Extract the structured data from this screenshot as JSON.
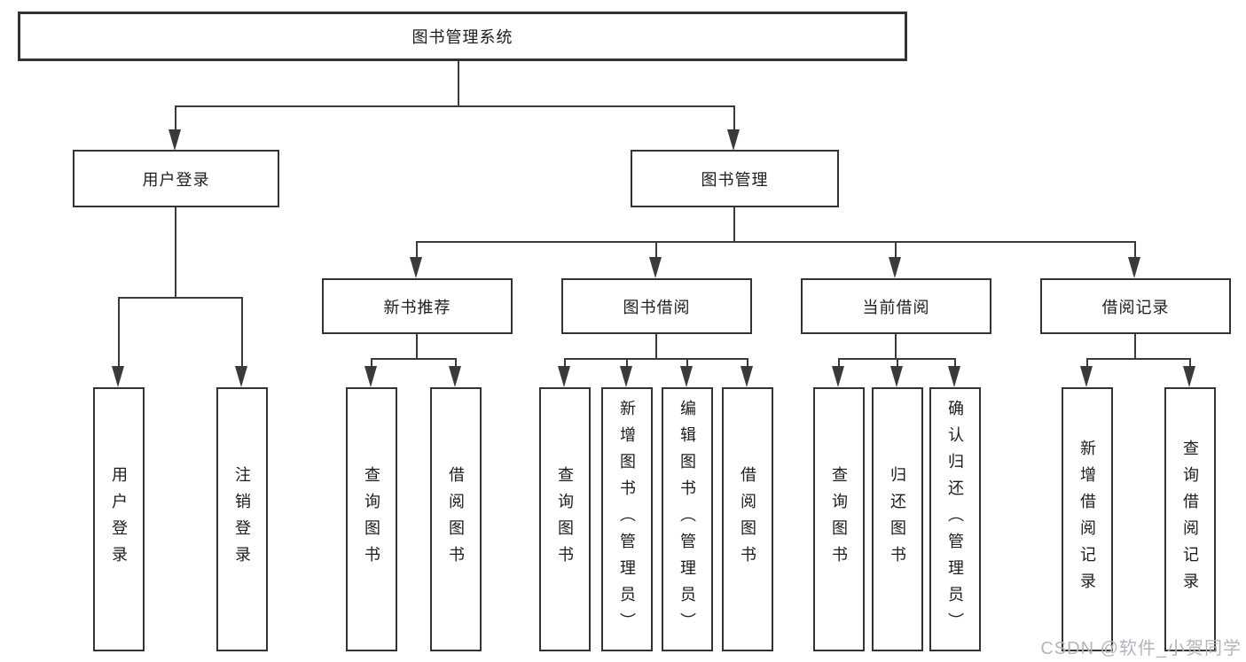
{
  "tree": {
    "label": "图书管理系统",
    "children": [
      {
        "label": "用户登录",
        "children": [
          {
            "label": "用户登录"
          },
          {
            "label": "注销登录"
          }
        ]
      },
      {
        "label": "图书管理",
        "children": [
          {
            "label": "新书推荐",
            "children": [
              {
                "label": "查询图书"
              },
              {
                "label": "借阅图书"
              }
            ]
          },
          {
            "label": "图书借阅",
            "children": [
              {
                "label": "查询图书"
              },
              {
                "label": "新增图书（管理员）"
              },
              {
                "label": "编辑图书（管理员）"
              },
              {
                "label": "借阅图书"
              }
            ]
          },
          {
            "label": "当前借阅",
            "children": [
              {
                "label": "查询图书"
              },
              {
                "label": "归还图书"
              },
              {
                "label": "确认归还（管理员）"
              }
            ]
          },
          {
            "label": "借阅记录",
            "children": [
              {
                "label": "新增借阅记录"
              },
              {
                "label": "查询借阅记录"
              }
            ]
          }
        ]
      }
    ]
  },
  "watermark": "CSDN @软件_小贺同学",
  "colors": {
    "line": "#3a3a3a",
    "box_border": "#333333",
    "text": "#1c1c1c",
    "watermark": "#b4b4ba",
    "background": "#ffffff"
  }
}
